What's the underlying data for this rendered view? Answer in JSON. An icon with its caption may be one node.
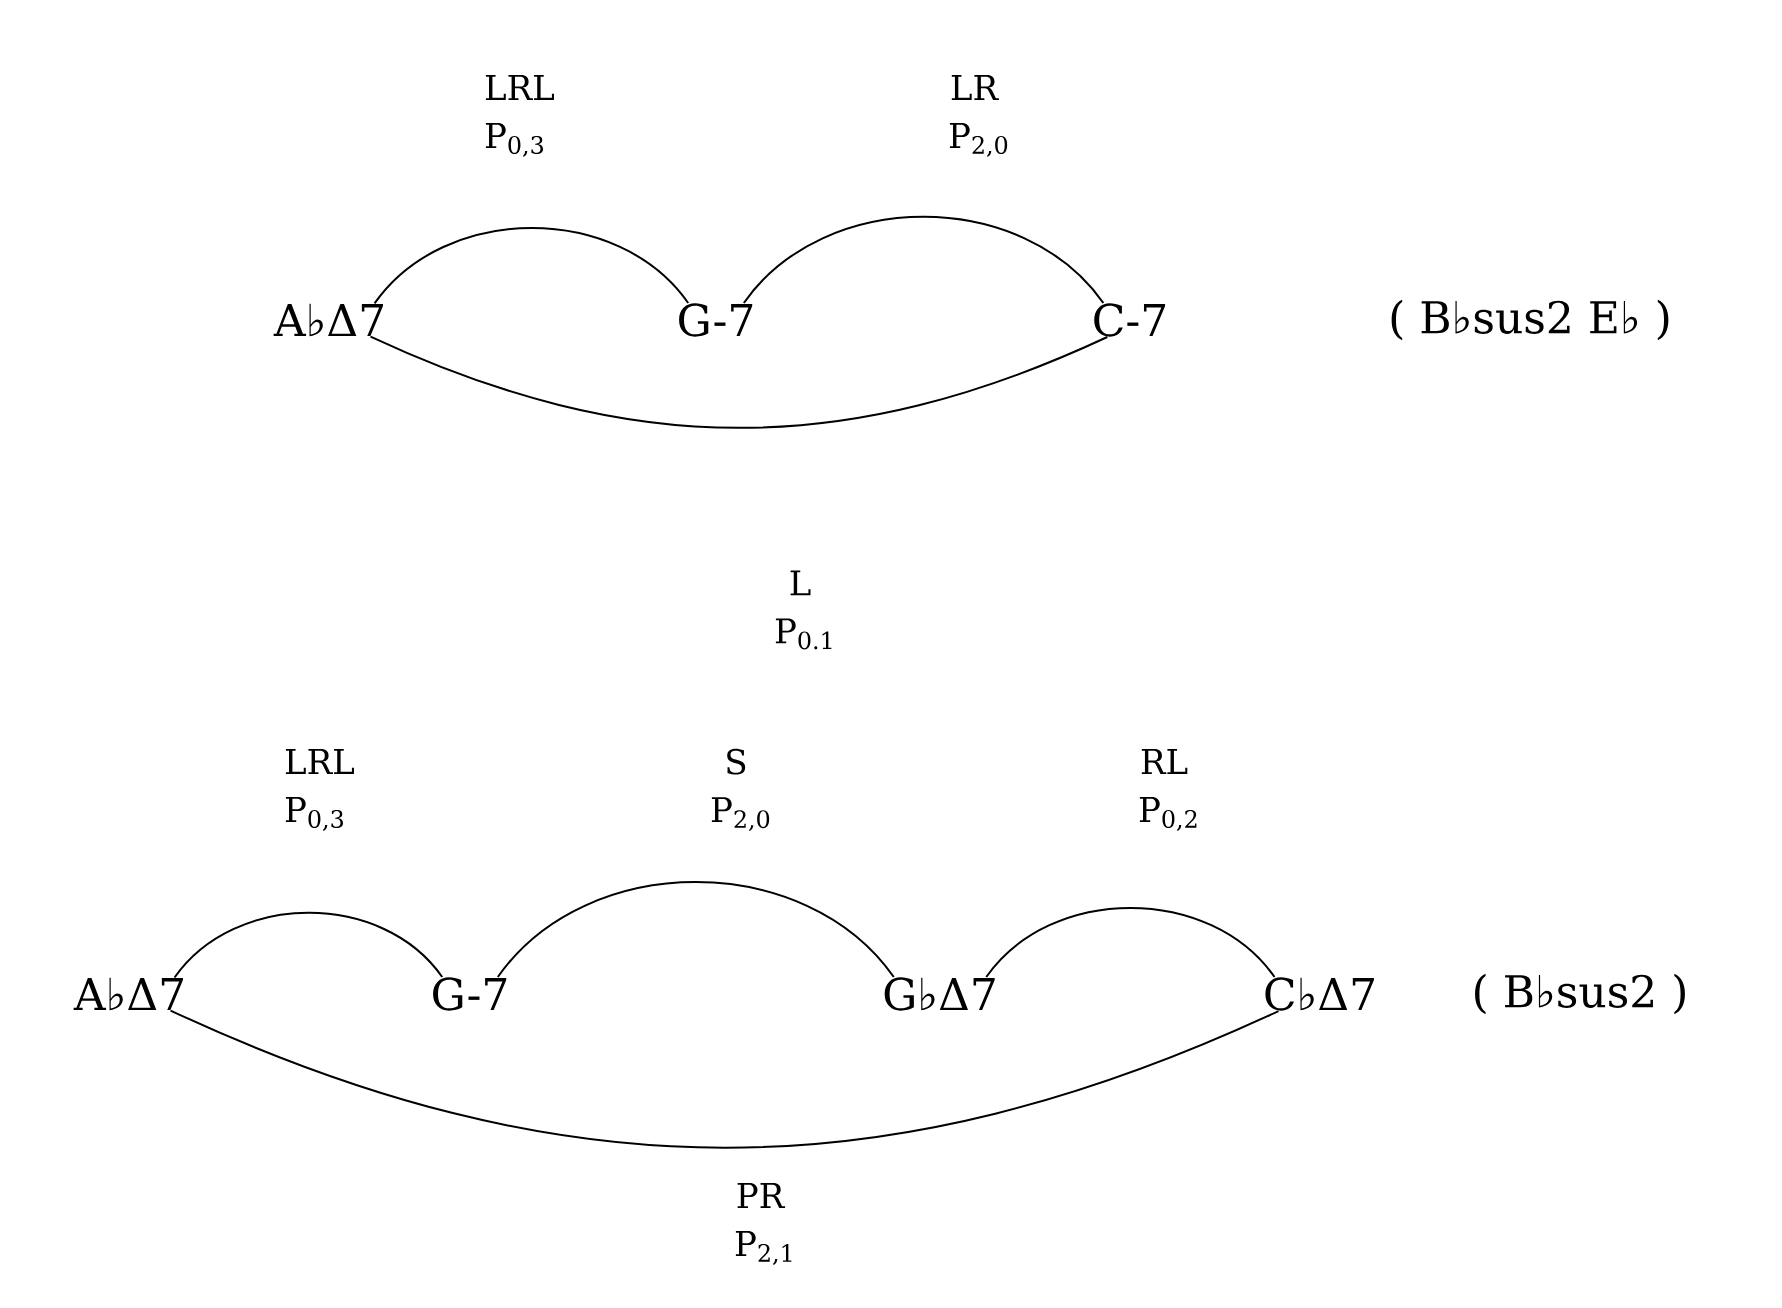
{
  "diagram": {
    "nodes": [
      {
        "text": [
          "A♭Δ7"
        ]
      },
      {
        "text": [
          "G-7"
        ]
      },
      {
        "text": [
          "C-7"
        ]
      },
      {
        "text": [
          "A♭Δ7"
        ]
      },
      {
        "text": [
          "G-7"
        ]
      },
      {
        "text": [
          "G♭Δ7"
        ]
      },
      {
        "text": [
          "C♭Δ7"
        ]
      }
    ],
    "edges": [
      {
        "from": 0,
        "to": 1,
        "arrow": "none",
        "label": "LRL P$_{0,3}$"
      },
      {
        "from": 1,
        "to": 2,
        "arrow": "none",
        "label": "LR P$_{2,0}$"
      },
      {
        "from": 0,
        "to": 2,
        "arrow": "none",
        "label": "L P$_{0.1}$"
      },
      {
        "from": 3,
        "to": 4,
        "arrow": "none",
        "label": "LRL P$_{0,3}$"
      },
      {
        "from": 4,
        "to": 5,
        "arrow": "none",
        "label": "S P$_{2,0}$"
      },
      {
        "from": 5,
        "to": 6,
        "arrow": "none",
        "label": "RL P$_{0,2}$"
      },
      {
        "from": 3,
        "to": 6,
        "arrow": "none",
        "label": "PR P$_{2,1}$"
      }
    ],
    "labels": [
      "( B♭sus2   E♭ )",
      "( B♭sus2 )"
    ]
  }
}
